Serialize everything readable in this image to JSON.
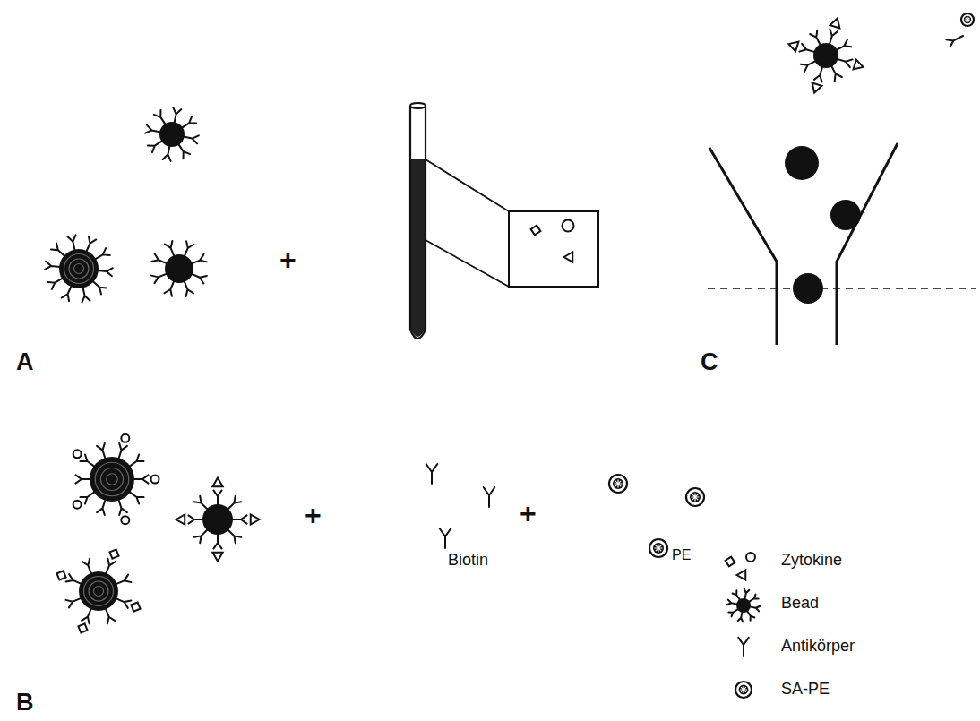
{
  "diagram": {
    "labels": [
      "+",
      "A",
      "C",
      "+",
      "Biotin",
      "+",
      "PE",
      "B"
    ],
    "legend": [
      {
        "text": "Zytokine"
      },
      {
        "text": "Bead"
      },
      {
        "text": "Antikörper"
      },
      {
        "text": "SA-PE"
      }
    ]
  }
}
